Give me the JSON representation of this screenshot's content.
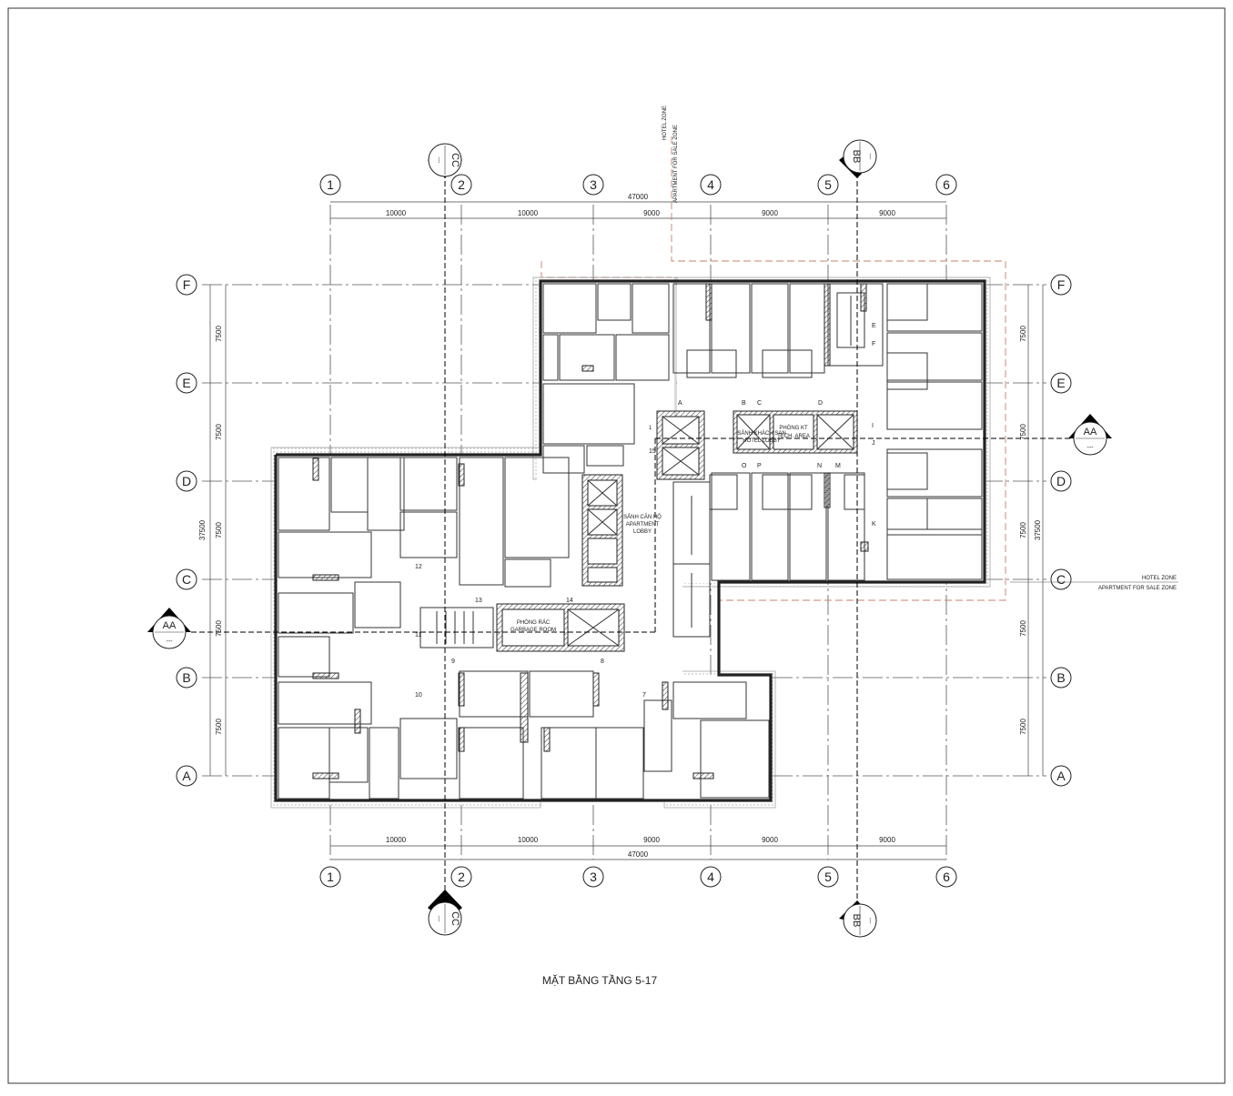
{
  "title": "MẶT BẰNG TẦNG 5-17",
  "grid_columns": [
    "1",
    "2",
    "3",
    "4",
    "5",
    "6"
  ],
  "grid_rows": [
    "F",
    "E",
    "D",
    "C",
    "B",
    "A"
  ],
  "dimensions": {
    "overall_width": "47000",
    "bays": [
      "10000",
      "10000",
      "9000",
      "9000",
      "9000"
    ],
    "overall_height": "37500",
    "row_spacings": [
      "7500",
      "7500",
      "7500",
      "7500",
      "7500"
    ]
  },
  "sections": {
    "aa": "AA",
    "bb": "BB",
    "cc": "CC",
    "sub": "---"
  },
  "zone_labels": {
    "hotel": "HOTEL ZONE",
    "apartment": "APARTMENT FOR SALE ZONE"
  },
  "room_labels": {
    "hotel_lobby_vi": "SẢNH KHÁCH SẠN",
    "hotel_lobby_en": "HOTEL LOBBY",
    "tech_vi": "PHÒNG KT",
    "tech_en": "TECH. AREA",
    "apt_lobby_vi": "SẢNH CĂN HỘ",
    "apt_lobby_en1": "APARTMENT",
    "apt_lobby_en2": "LOBBY",
    "garbage_vi": "PHÒNG RÁC",
    "garbage_en": "GARBAGE ROOM"
  },
  "unit_tags": [
    "1",
    "7",
    "8",
    "9",
    "10",
    "11",
    "12",
    "13",
    "14",
    "15",
    "A",
    "B",
    "C",
    "D",
    "E",
    "F",
    "I",
    "J",
    "K",
    "M",
    "N",
    "O",
    "P"
  ]
}
